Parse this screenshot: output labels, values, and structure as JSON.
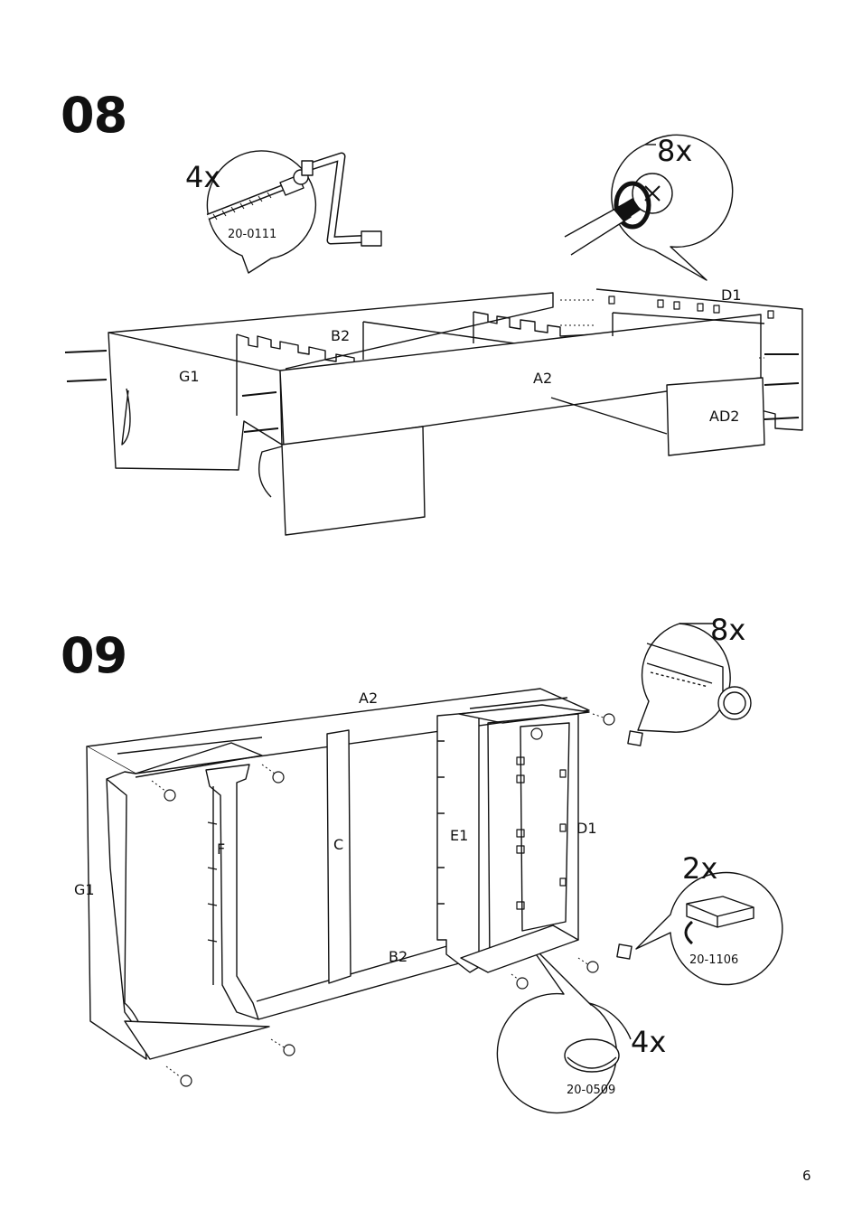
{
  "page_number": "6",
  "step08": {
    "number": "08",
    "callout_dowel": {
      "quantity": "4x",
      "part_code": "20-0111"
    },
    "callout_screw": {
      "quantity": "8x"
    },
    "panel_labels": {
      "g1": "G1",
      "b2": "B2",
      "a2": "A2",
      "d1": "D1",
      "ad2": "AD2"
    }
  },
  "step09": {
    "number": "09",
    "callout_cap": {
      "quantity": "8x"
    },
    "callout_pad": {
      "quantity": "2x",
      "part_code": "20-1106"
    },
    "callout_glide": {
      "quantity": "4x",
      "part_code": "20-0509"
    },
    "panel_labels": {
      "a2": "A2",
      "g1": "G1",
      "f": "F",
      "c": "C",
      "e1": "E1",
      "d1": "D1",
      "b2": "B2"
    }
  }
}
